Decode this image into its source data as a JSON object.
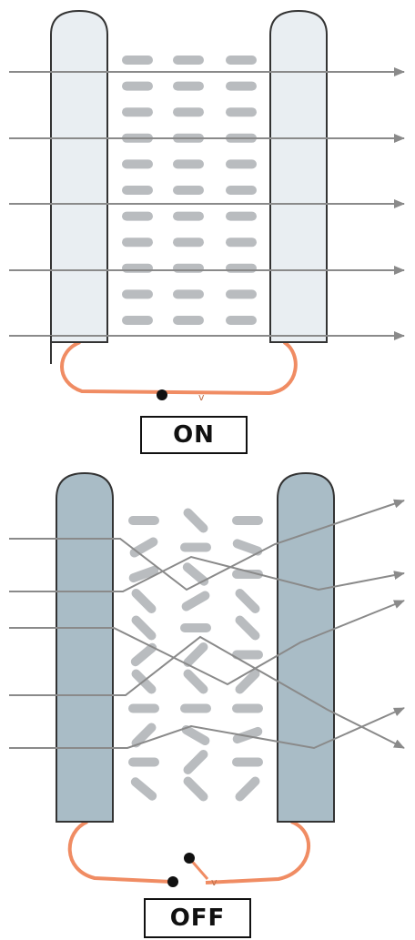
{
  "labels": {
    "on": "ON",
    "off": "OFF"
  },
  "circuit": {
    "source_symbol": "v"
  },
  "colors": {
    "plate_on": "#e9eef2",
    "plate_off": "#a9bcc6",
    "plate_border": "#333333",
    "molecule": "#b9bcbf",
    "light_ray": "#8a8a8a",
    "wire": "#f08c63"
  }
}
